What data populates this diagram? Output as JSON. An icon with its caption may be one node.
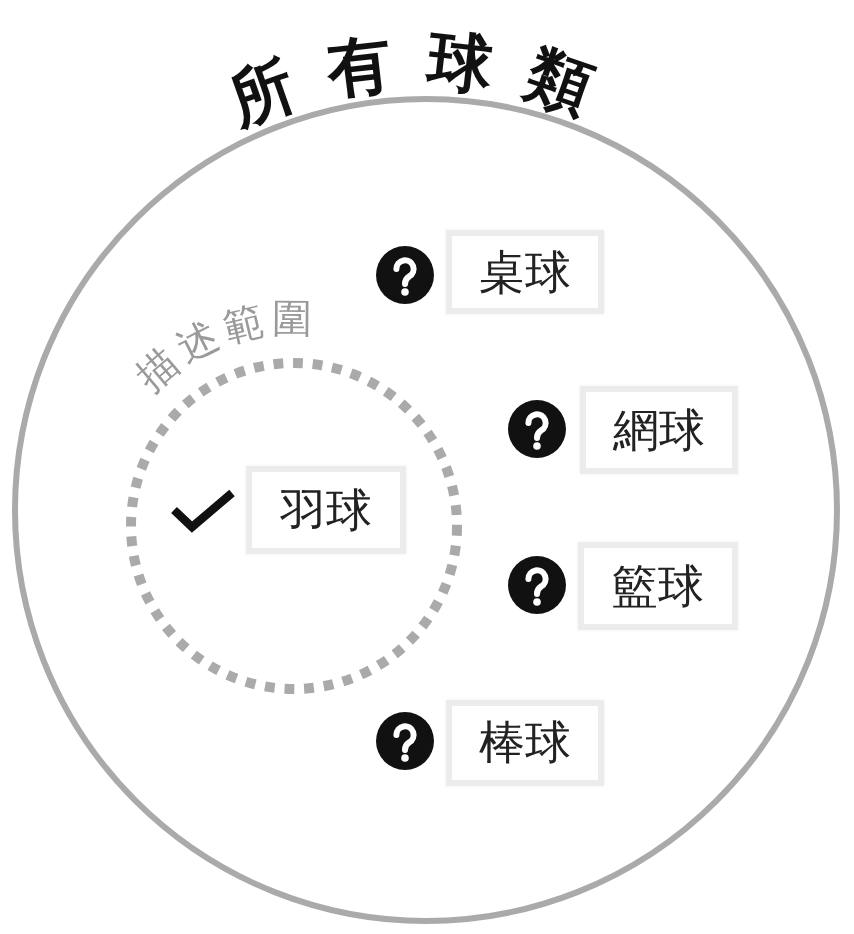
{
  "diagram": {
    "nodes": [
      {
        "text": [
          "所有球類"
        ]
      },
      {
        "text": [
          "描述範圍"
        ],
        "in": 0
      },
      {
        "text": [
          "羽球"
        ],
        "in": 1
      },
      {
        "text": [
          "桌球"
        ],
        "in": 0
      },
      {
        "text": [
          "網球"
        ],
        "in": 0
      },
      {
        "text": [
          "籃球"
        ],
        "in": 0
      },
      {
        "text": [
          "棒球"
        ],
        "in": 0
      }
    ]
  }
}
